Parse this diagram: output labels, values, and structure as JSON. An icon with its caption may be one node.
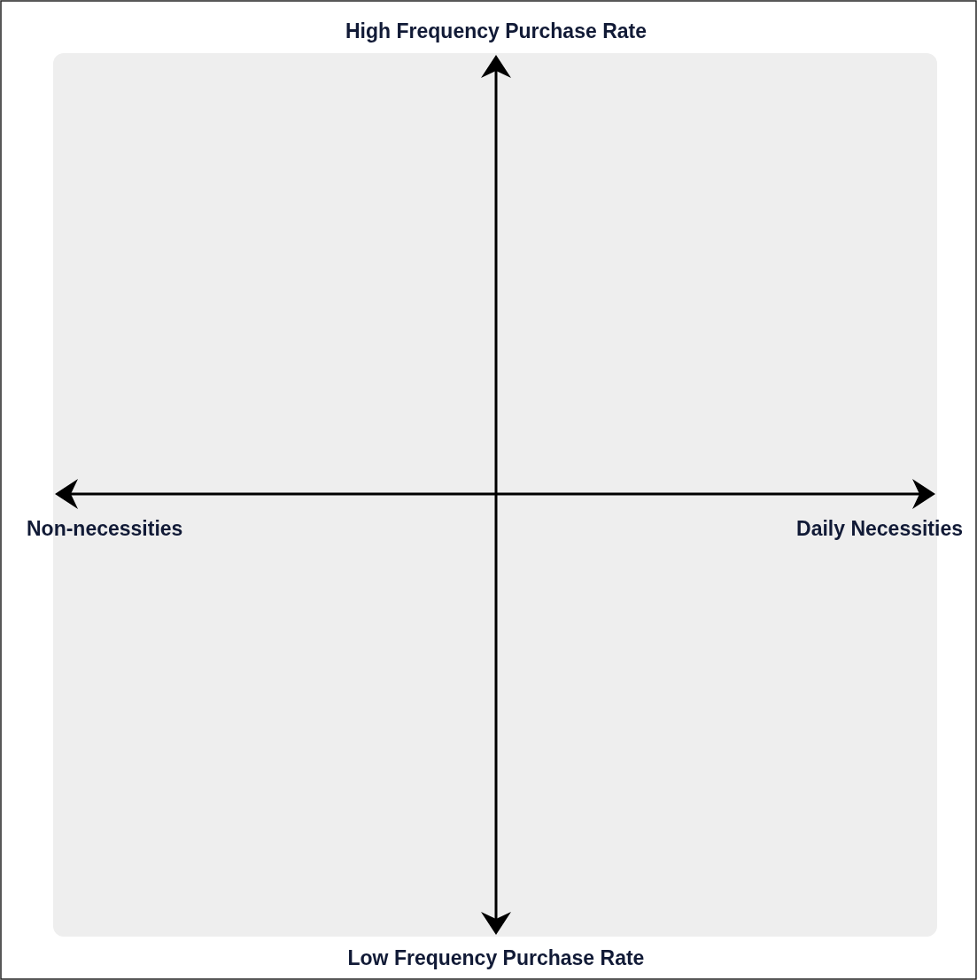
{
  "diagram": {
    "labels": [
      "High Frequency Purchase Rate",
      "Non-necessities",
      "Daily Necessities",
      "Low Frequency Purchase Rate"
    ]
  }
}
